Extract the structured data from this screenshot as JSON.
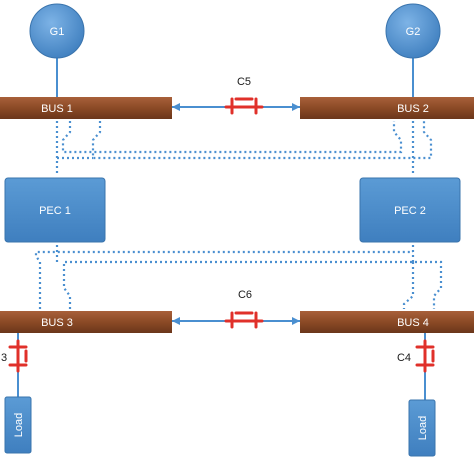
{
  "generators": {
    "g1": "G1",
    "g2": "G2"
  },
  "buses": {
    "bus1": "BUS 1",
    "bus2": "BUS 2",
    "bus3": "BUS 3",
    "bus4": "BUS 4"
  },
  "converters": {
    "pec1": "PEC 1",
    "pec2": "PEC 2"
  },
  "breakers": {
    "c3_partial": "3",
    "c4": "C4",
    "c5": "C5",
    "c6": "C6"
  },
  "loads": {
    "load1": "Load",
    "load2": "Load"
  },
  "colors": {
    "bus": "#8b4a26",
    "node": "#4a8fd0",
    "wire": "#4a8fd0",
    "breaker": "#e0302a"
  }
}
